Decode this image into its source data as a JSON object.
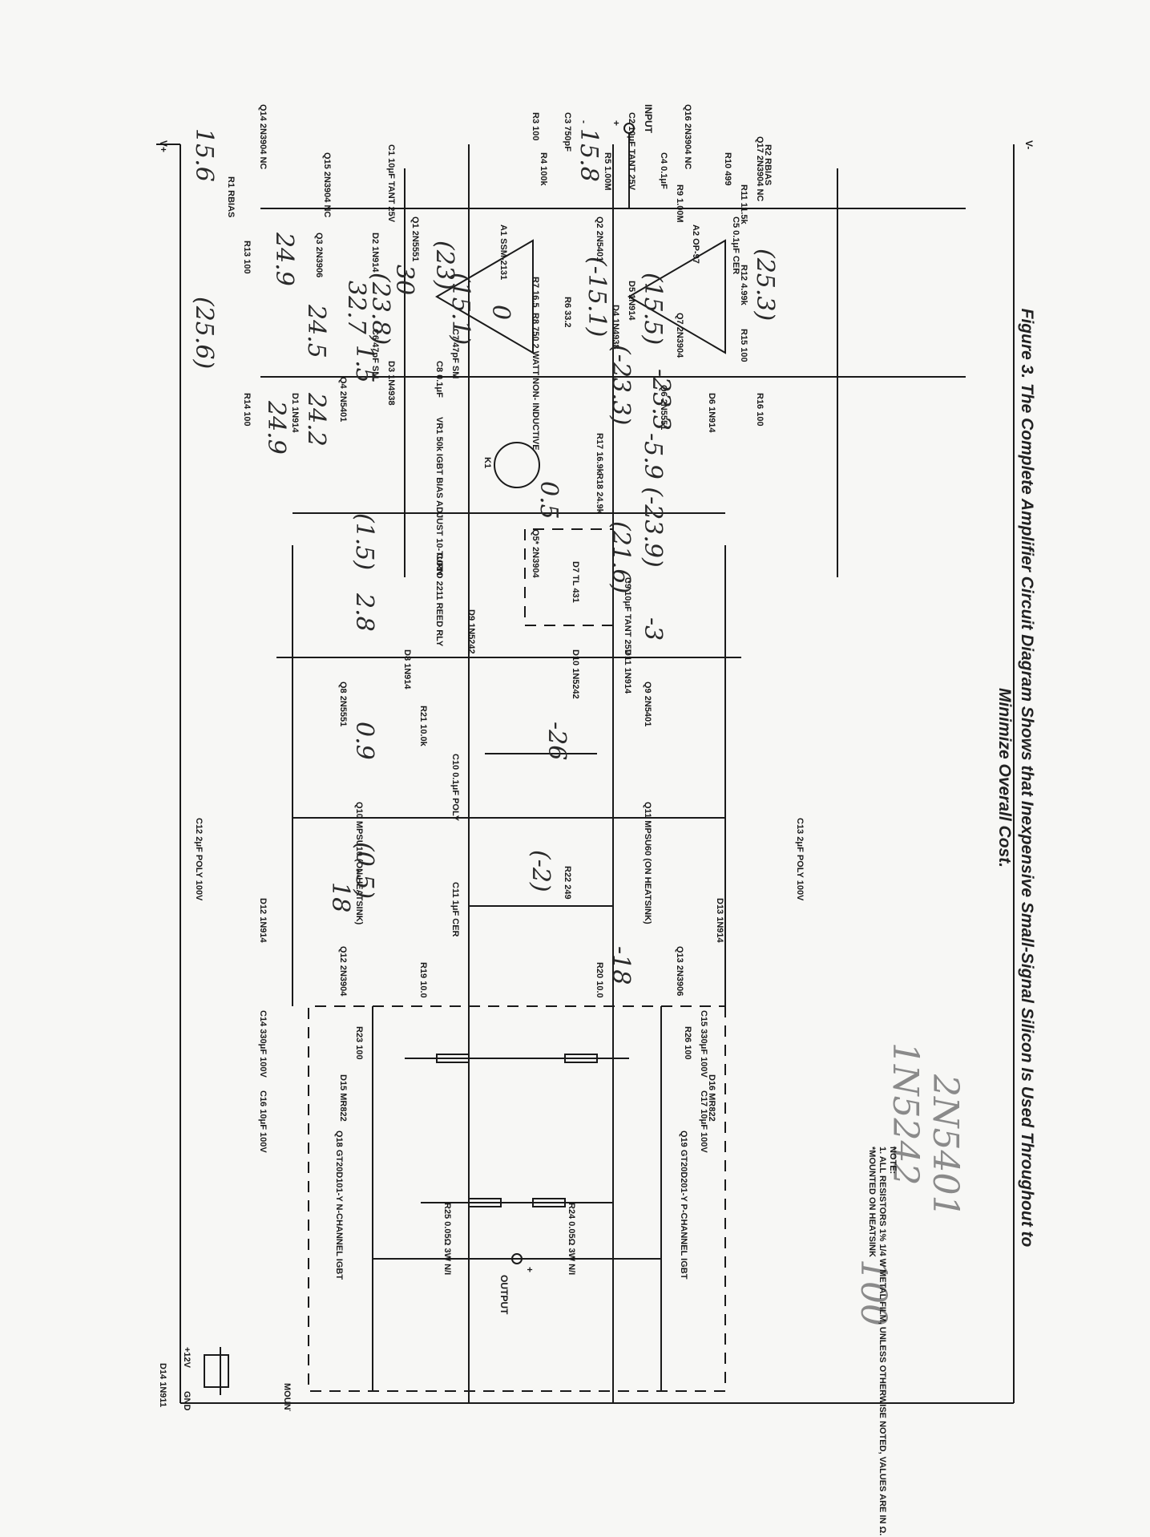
{
  "figure": {
    "caption_line1": "Figure 3. The Complete Amplifier Circuit Diagram Shows that Inexpensive Small-Signal Silicon Is Used Throughout to",
    "caption_line2": "Minimize Overall Cost."
  },
  "note": {
    "title": "NOTE:",
    "line1": "1. ALL RESISTORS 1% 1/4 W METAL FILM, UNLESS OTHERWISE NOTED, VALUES ARE IN Ω.",
    "line2": "*MOUNTED ON HEATSINK"
  },
  "rails": {
    "vplus": "V+",
    "vminus": "V-",
    "input": "INPUT",
    "in_plus": "+",
    "in_minus": "-",
    "output": "OUTPUT",
    "out_plus": "+",
    "heatsink": "MOUNTED ON HEATSINK",
    "v12": "+12V",
    "gnd": "GND"
  },
  "components": {
    "R1": [
      "R1",
      "RBIAS"
    ],
    "R2": [
      "R2",
      "RBIAS"
    ],
    "R3": [
      "R3",
      "100"
    ],
    "R4": [
      "R4",
      "100k"
    ],
    "R5": [
      "R5",
      "1.00M"
    ],
    "R6": [
      "R6",
      "33.2"
    ],
    "R7": [
      "R7",
      "16.5"
    ],
    "R8": [
      "R8",
      "750",
      "2 WATT",
      "NON-",
      "INDUCTIVE"
    ],
    "R9": [
      "R9",
      "1.00M"
    ],
    "R10": [
      "R10",
      "499"
    ],
    "R11": [
      "R11",
      "11.5k"
    ],
    "R12": [
      "R12",
      "4.99k"
    ],
    "R13": [
      "R13",
      "100"
    ],
    "R14": [
      "R14",
      "100"
    ],
    "R15": [
      "R15",
      "100"
    ],
    "R16": [
      "R16",
      "100"
    ],
    "R17": [
      "R17",
      "16.9k"
    ],
    "R18": [
      "R18",
      "24.9k"
    ],
    "R19": [
      "R19",
      "10.0"
    ],
    "R20": [
      "R20",
      "10.0"
    ],
    "R21": [
      "R21",
      "10.0k"
    ],
    "R22": [
      "R22",
      "249"
    ],
    "R23": [
      "R23",
      "100"
    ],
    "R24": [
      "R24",
      "0.05Ω",
      "3W N/I"
    ],
    "R25": [
      "R25",
      "0.05Ω",
      "3W N/I"
    ],
    "R26": [
      "R26",
      "100"
    ],
    "C1": [
      "C1",
      "10μF TANT",
      "25V"
    ],
    "C2": [
      "C2",
      "10μF TANT",
      "25V"
    ],
    "C3": [
      "C3",
      "750pF"
    ],
    "C4": [
      "C4",
      "0.1μF"
    ],
    "C5": [
      "C5",
      "0.1μF CER"
    ],
    "C6": [
      "C6",
      "47pF SM"
    ],
    "C7": [
      "C7",
      "47pF SM"
    ],
    "C8": [
      "C8",
      "0.1μF"
    ],
    "C9": [
      "C9",
      "10μF",
      "TANT 25V"
    ],
    "C10": [
      "C10",
      "0.1μF",
      "POLY"
    ],
    "C11": [
      "C11",
      "1μF",
      "CER"
    ],
    "C12": [
      "C12",
      "2μF",
      "POLY",
      "100V"
    ],
    "C13": [
      "C13",
      "2μF",
      "POLY",
      "100V"
    ],
    "C14": [
      "C14",
      "330μF",
      "100V"
    ],
    "C15": [
      "C15",
      "330μF",
      "100V"
    ],
    "C16": [
      "C16",
      "10μF",
      "100V"
    ],
    "C17": [
      "C17",
      "10μF",
      "100V"
    ],
    "D1": [
      "D1",
      "1N914"
    ],
    "D2": [
      "D2",
      "1N914"
    ],
    "D3": [
      "D3",
      "1N4938"
    ],
    "D4": [
      "D4",
      "1N4938"
    ],
    "D5": [
      "D5",
      "1N914"
    ],
    "D6": [
      "D6",
      "1N914"
    ],
    "D7": [
      "D7",
      "TL",
      "431"
    ],
    "D8": [
      "D8",
      "1N914"
    ],
    "D9": [
      "D9",
      "1N5242"
    ],
    "D10": [
      "D10",
      "1N5242"
    ],
    "D11": [
      "D11",
      "1N914"
    ],
    "D12": [
      "D12",
      "1N914"
    ],
    "D13": [
      "D13",
      "1N914"
    ],
    "D14": [
      "D14",
      "1N911"
    ],
    "D15": [
      "D15",
      "MR822"
    ],
    "D16": [
      "D16",
      "MR822"
    ],
    "Q1": [
      "Q1",
      "2N5551"
    ],
    "Q2": [
      "Q2",
      "2N5401"
    ],
    "Q3": [
      "Q3",
      "2N3906"
    ],
    "Q4": [
      "Q4",
      "2N5401"
    ],
    "Q5": [
      "Q5*",
      "2N3904"
    ],
    "Q6": [
      "Q6",
      "2N5551"
    ],
    "Q7": [
      "Q7",
      "2N3904"
    ],
    "Q8": [
      "Q8",
      "2N5551"
    ],
    "Q9": [
      "Q9",
      "2N5401"
    ],
    "Q10": [
      "Q10",
      "MPSU10",
      "(ON",
      "HEATSINK)"
    ],
    "Q11": [
      "Q11",
      "MPSU60",
      "(ON",
      "HEATSINK)"
    ],
    "Q12": [
      "Q12",
      "2N3904"
    ],
    "Q13": [
      "Q13",
      "2N3906"
    ],
    "Q14": [
      "Q14",
      "2N3904"
    ],
    "Q15": [
      "Q15",
      "2N3904"
    ],
    "Q16": [
      "Q16",
      "2N3904"
    ],
    "Q17": [
      "Q17",
      "2N3904"
    ],
    "Q18": [
      "Q18",
      "GT20D101-Y",
      "N-CHANNEL",
      "IGBT"
    ],
    "Q19": [
      "Q19",
      "GT20D201-Y",
      "P-CHANNEL",
      "IGBT"
    ],
    "A1": [
      "A1",
      "SSM-2131"
    ],
    "A2": [
      "A2",
      "OP-97"
    ],
    "K1": [
      "K1",
      "COTO",
      "2211",
      "REED",
      "RLY"
    ],
    "VR1": [
      "VR1",
      "50k",
      "IGBT",
      "BIAS",
      "ADJUST",
      "10-TURN"
    ],
    "NC": "NC"
  },
  "handwritten": {
    "n1": "(25.6)",
    "n2": "24.9",
    "n3": "24.2",
    "n4": "24.5",
    "n5": "24.9",
    "n6": "32.7",
    "n7": "(23.8)",
    "n8": "1.5",
    "n9": "(1.5)",
    "n10": "2.8",
    "n11": "0.9",
    "n12": "(0.5)",
    "n13": "18",
    "n14": "(-2)",
    "n15": "-26",
    "n16": "-3",
    "n17": "(21.6)",
    "n18": "0.5",
    "n19": "-5.9 (-23.9)",
    "n20": "(-23.3)",
    "n21": "-23.3",
    "n22": "(23)",
    "n23": "(15.1)",
    "n24": "30",
    "n25": "(-15.1)",
    "n26": "(15.5)",
    "n27": "(25.3)",
    "n28": "15.6",
    "n29": "15.8",
    "n30": "0",
    "n31": "-18",
    "n32": "2N5401",
    "n33": "1N5242",
    "n34": "100"
  }
}
